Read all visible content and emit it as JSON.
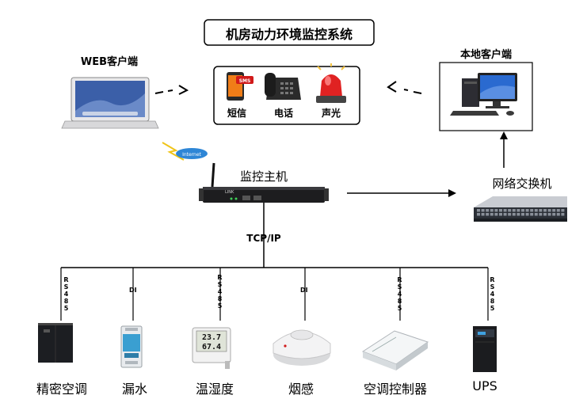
{
  "title": "机房动力环境监控系统",
  "web_client": {
    "label": "WEB客户端"
  },
  "local_client": {
    "label": "本地客户端"
  },
  "alarms": [
    {
      "label": "短信",
      "icon": "sms-phone-icon",
      "badge": "SMS"
    },
    {
      "label": "电话",
      "icon": "telephone-icon"
    },
    {
      "label": "声光",
      "icon": "alarm-light-icon"
    }
  ],
  "internet_badge": "Internet",
  "host": {
    "label": "监控主机"
  },
  "switch": {
    "label": "网络交换机"
  },
  "bus": {
    "label": "TCP/IP"
  },
  "devices": [
    {
      "label": "精密空调",
      "link": "RS485",
      "icon": "precision-ac-icon"
    },
    {
      "label": "漏水",
      "link": "DI",
      "icon": "water-leak-sensor-icon"
    },
    {
      "label": "温湿度",
      "link": "RS485",
      "icon": "temp-humidity-sensor-icon",
      "reading_temp": "23.7",
      "reading_hum": "67.4"
    },
    {
      "label": "烟感",
      "link": "DI",
      "icon": "smoke-detector-icon"
    },
    {
      "label": "空调控制器",
      "link": "RS485",
      "icon": "ac-controller-icon"
    },
    {
      "label": "UPS",
      "link": "RS485",
      "icon": "ups-icon"
    }
  ],
  "colors": {
    "line": "#000000",
    "accent_red": "#d11a1a",
    "accent_orange": "#f07d18",
    "screen_blue": "#2a6ad0"
  }
}
